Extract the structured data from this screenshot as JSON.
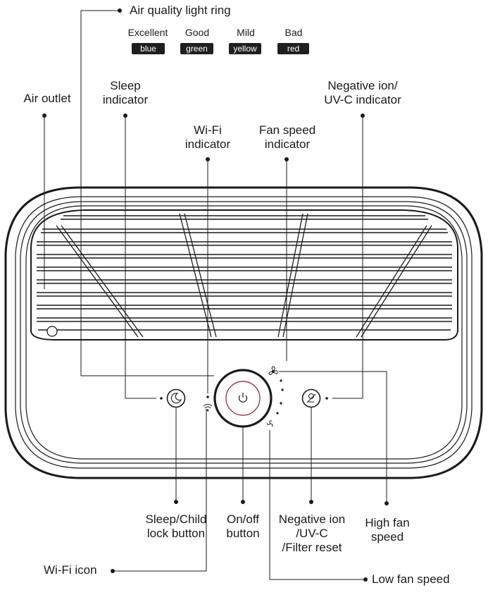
{
  "air_quality_ring": {
    "label": "Air quality light ring",
    "levels": [
      {
        "word": "Excellent",
        "color_name": "blue"
      },
      {
        "word": "Good",
        "color_name": "green"
      },
      {
        "word": "Mild",
        "color_name": "yellow"
      },
      {
        "word": "Bad",
        "color_name": "red"
      }
    ]
  },
  "labels": {
    "air_outlet": "Air outlet",
    "sleep_indicator": [
      "Sleep",
      "indicator"
    ],
    "wifi_indicator": [
      "Wi-Fi",
      "indicator"
    ],
    "fan_speed_indicator": [
      "Fan speed",
      "indicator"
    ],
    "negative_ion_indicator": [
      "Negative ion/",
      "UV-C indicator"
    ],
    "sleep_button": [
      "Sleep/Child",
      "lock button"
    ],
    "onoff_button": [
      "On/off",
      "button"
    ],
    "negative_ion_button": [
      "Negative ion",
      "/UV-C",
      "/Filter reset"
    ],
    "high_fan_speed": [
      "High fan",
      "speed"
    ],
    "wifi_icon": "Wi-Fi icon",
    "low_fan_speed": "Low fan speed"
  },
  "icons": {
    "power": "power-icon",
    "sleep": "moon-icon",
    "ion": "ion-icon",
    "wifi": "wifi-icon",
    "fan_high": "fan-icon",
    "fan_low": "fan-icon"
  }
}
